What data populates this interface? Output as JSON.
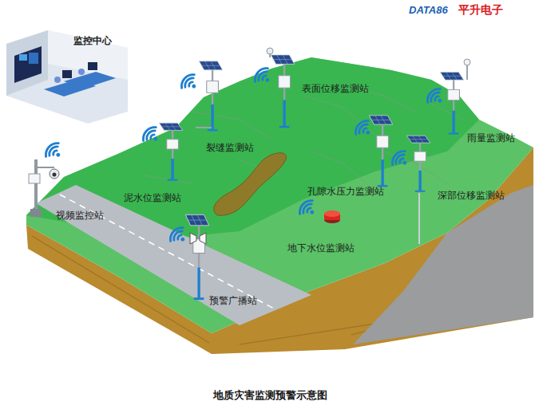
{
  "diagram": {
    "caption": "地质灾害监测预警示意图",
    "labels": [
      "DATA86",
      "平升电子",
      "监控中心",
      "表面位移监测站",
      "裂缝监测站",
      "雨量监测站",
      "泥水位监测站",
      "孔隙水压力监测站",
      "深部位移监测站",
      "视频监控站",
      "地下水位监测站",
      "预警广播站"
    ]
  }
}
